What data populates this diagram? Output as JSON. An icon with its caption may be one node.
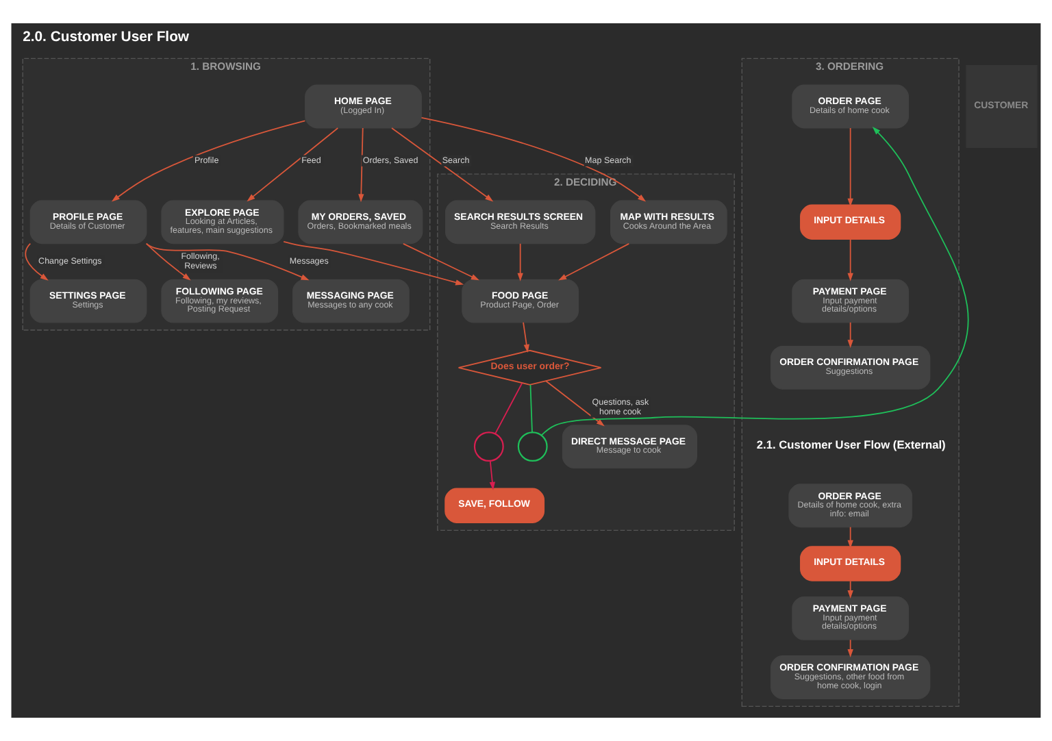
{
  "diagram": {
    "title": "2.0. Customer User Flow",
    "nodes": [
      {
        "text": [
          "1. BROWSING"
        ]
      },
      {
        "text": [
          "2. DECIDING"
        ]
      },
      {
        "text": [
          "3. ORDERING"
        ]
      },
      {
        "text": [
          "CUSTOMER"
        ]
      },
      {
        "text": [
          "HOME PAGE",
          "(Logged In)"
        ],
        "in": 0
      },
      {
        "text": [
          "PROFILE PAGE",
          "Details of Customer"
        ],
        "in": 0
      },
      {
        "text": [
          "EXPLORE PAGE",
          "Looking at Articles, features, main suggestions"
        ],
        "in": 0
      },
      {
        "text": [
          "MY ORDERS, SAVED",
          "Orders, Bookmarked meals"
        ],
        "in": 0
      },
      {
        "text": [
          "SEARCH RESULTS SCREEN",
          "Search Results"
        ],
        "in": 1
      },
      {
        "text": [
          "MAP WITH RESULTS",
          "Cooks Around the Area"
        ],
        "in": 1
      },
      {
        "text": [
          "FOOD PAGE",
          "Product Page, Order"
        ],
        "in": 1
      },
      {
        "text": [
          "Does user order?"
        ],
        "in": 1
      },
      {
        "text": [],
        "shape": "circle",
        "in": 1
      },
      {
        "text": [],
        "shape": "circle",
        "in": 1
      },
      {
        "text": [
          "SAVE, FOLLOW"
        ],
        "in": 1
      },
      {
        "text": [
          "DIRECT MESSAGE PAGE",
          "Message to cook"
        ],
        "in": 1
      },
      {
        "text": [
          "SETTINGS PAGE",
          "Settings"
        ],
        "in": 0
      },
      {
        "text": [
          "FOLLOWING PAGE",
          "Following, my reviews, Posting Request"
        ],
        "in": 0
      },
      {
        "text": [
          "MESSAGING PAGE",
          "Messages to any cook"
        ],
        "in": 0
      },
      {
        "text": [
          "ORDER PAGE",
          "Details of home cook"
        ],
        "in": 2
      },
      {
        "text": [
          "INPUT DETAILS"
        ],
        "in": 2
      },
      {
        "text": [
          "PAYMENT PAGE",
          "Input payment details/options"
        ],
        "in": 2
      },
      {
        "text": [
          "ORDER CONFIRMATION PAGE",
          "Suggestions"
        ],
        "in": 2
      },
      {
        "text": [
          "ORDER PAGE",
          "Details of home cook, extra info: email"
        ],
        "in": 2
      },
      {
        "text": [
          "INPUT DETAILS"
        ],
        "in": 2
      },
      {
        "text": [
          "PAYMENT PAGE",
          "Input payment details/options"
        ],
        "in": 2
      },
      {
        "text": [
          "ORDER CONFIRMATION PAGE",
          "Suggestions, other food from home cook, login"
        ],
        "in": 2
      }
    ],
    "edges": [
      {
        "from": 4,
        "to": 5,
        "arrow": "to",
        "label": "Profile"
      },
      {
        "from": 4,
        "to": 6,
        "arrow": "to",
        "label": "Feed"
      },
      {
        "from": 4,
        "to": 7,
        "arrow": "to",
        "label": "Orders, Saved"
      },
      {
        "from": 4,
        "to": 8,
        "arrow": "to",
        "label": "Search"
      },
      {
        "from": 4,
        "to": 9,
        "arrow": "to",
        "label": "Map Search"
      },
      {
        "from": 5,
        "to": 16,
        "arrow": "to",
        "label": "Change Settings"
      },
      {
        "from": 5,
        "to": 17,
        "arrow": "to",
        "label": "Following, Reviews"
      },
      {
        "from": 5,
        "to": 18,
        "arrow": "to",
        "label": "Messages"
      },
      {
        "from": 6,
        "to": 10,
        "arrow": "to"
      },
      {
        "from": 7,
        "to": 10,
        "arrow": "to"
      },
      {
        "from": 9,
        "to": 10,
        "arrow": "to"
      },
      {
        "from": 8,
        "to": 10,
        "arrow": "to"
      },
      {
        "from": 10,
        "to": 11,
        "arrow": "to"
      },
      {
        "from": 11,
        "to": 12,
        "arrow": "none",
        "color": "#d81e50"
      },
      {
        "from": 12,
        "to": 14,
        "arrow": "to",
        "color": "#d81e50"
      },
      {
        "from": 11,
        "to": 13,
        "arrow": "none",
        "color": "#1fbf5a"
      },
      {
        "from": 13,
        "to": 19,
        "arrow": "to",
        "color": "#1fbf5a"
      },
      {
        "from": 11,
        "to": 15,
        "arrow": "to",
        "label": "Questions, ask home cook"
      },
      {
        "from": 19,
        "to": 20,
        "arrow": "to"
      },
      {
        "from": 20,
        "to": 21,
        "arrow": "to"
      },
      {
        "from": 21,
        "to": 22,
        "arrow": "to"
      },
      {
        "from": 23,
        "to": 24,
        "arrow": "to"
      },
      {
        "from": 24,
        "to": 25,
        "arrow": "to"
      },
      {
        "from": 25,
        "to": 26,
        "arrow": "to"
      }
    ],
    "labels": [
      "2.1. Customer User Flow (External)"
    ]
  }
}
